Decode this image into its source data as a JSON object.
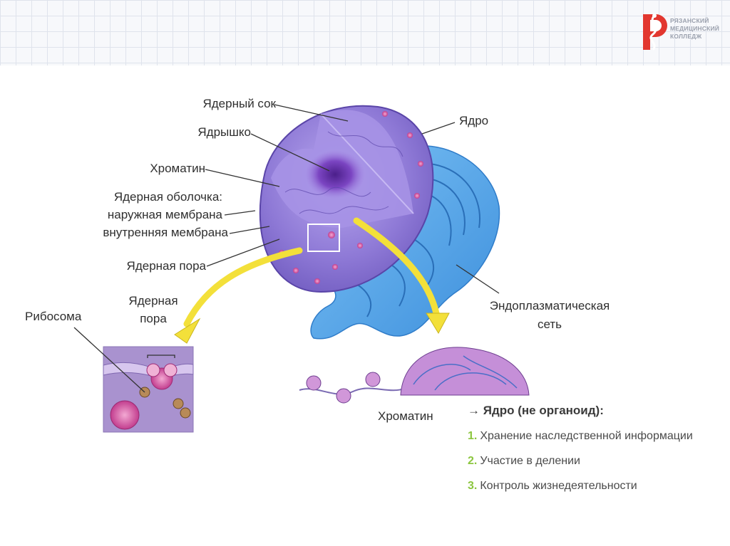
{
  "logo": {
    "lines": [
      "РЯЗАНСКИЙ",
      "МЕДИЦИНСКИЙ",
      "КОЛЛЕДЖ"
    ],
    "accent_color": "#e2372f"
  },
  "labels": {
    "nuclear_sap": "Ядерный сок",
    "nucleolus": "Ядрышко",
    "chromatin": "Хроматин",
    "envelope_line1": "Ядерная оболочка:",
    "envelope_line2": "наружная мембрана",
    "envelope_line3": "внутренняя мембрана",
    "nuclear_pore": "Ядерная пора",
    "nucleus": "Ядро",
    "er_line1": "Эндоплазматическая",
    "er_line2": "сеть",
    "ribosome": "Рибосома",
    "inset_pore_line1": "Ядерная",
    "inset_pore_line2": "пора",
    "chromatin_bottom": "Хроматин"
  },
  "functions": {
    "arrow": "→",
    "title": "Ядро (не органоид):",
    "items": [
      {
        "num": "1.",
        "text": "Хранение наследственной информации"
      },
      {
        "num": "2.",
        "text": "Участие в делении"
      },
      {
        "num": "3.",
        "text": "Контроль жизнедеятельности"
      }
    ],
    "number_color": "#8cc63f"
  },
  "colors": {
    "nucleus": "#8e79d6",
    "er": "#4fa3e6",
    "arrow": "#f3e03a",
    "inset_bg": "#a992cf"
  }
}
